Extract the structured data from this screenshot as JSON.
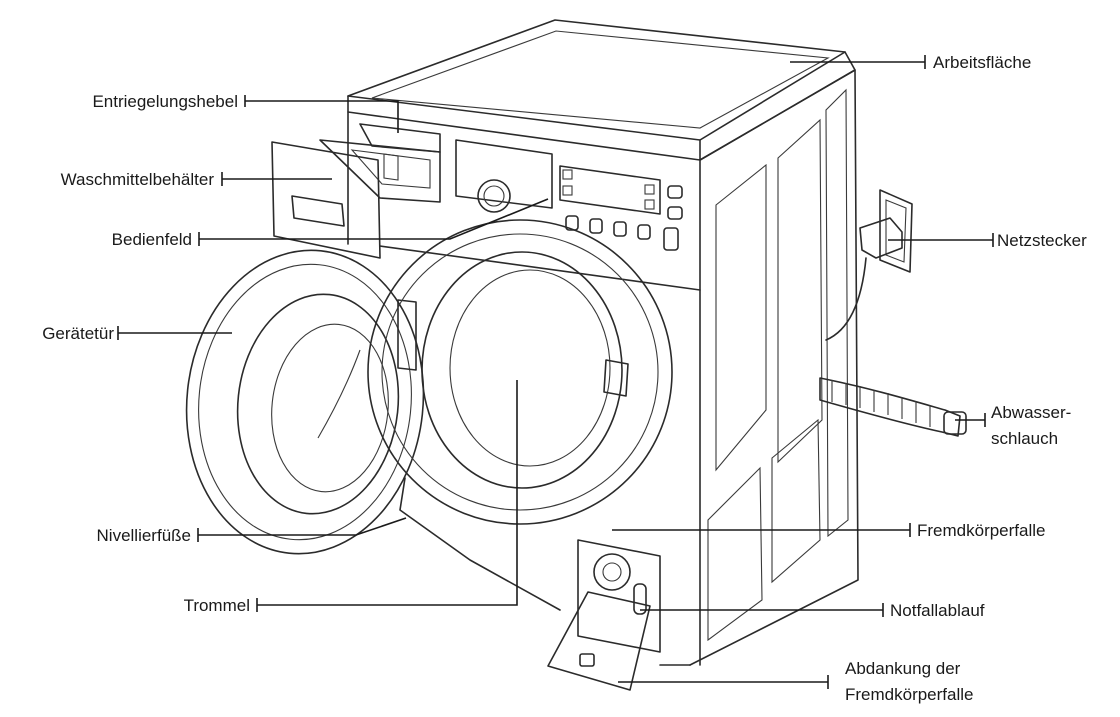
{
  "labels": {
    "arbeitsflaeche": "Arbeitsfläche",
    "entriegelungshebel": "Entriegelungshebel",
    "waschmittelbehaelter": "Waschmittelbehälter",
    "bedienfeld": "Bedienfeld",
    "netzstecker": "Netzstecker",
    "geraetetuer": "Gerätetür",
    "abwasserschlauch_1": "Abwasser-",
    "abwasserschlauch_2": "schlauch",
    "nivellierfuesse": "Nivellierfüße",
    "fremdkoerperfalle": "Fremdkörperfalle",
    "trommel": "Trommel",
    "notfallablauf": "Notfallablauf",
    "abdankung_1": "Abdankung der",
    "abdankung_2": "Fremdkörperfalle"
  }
}
